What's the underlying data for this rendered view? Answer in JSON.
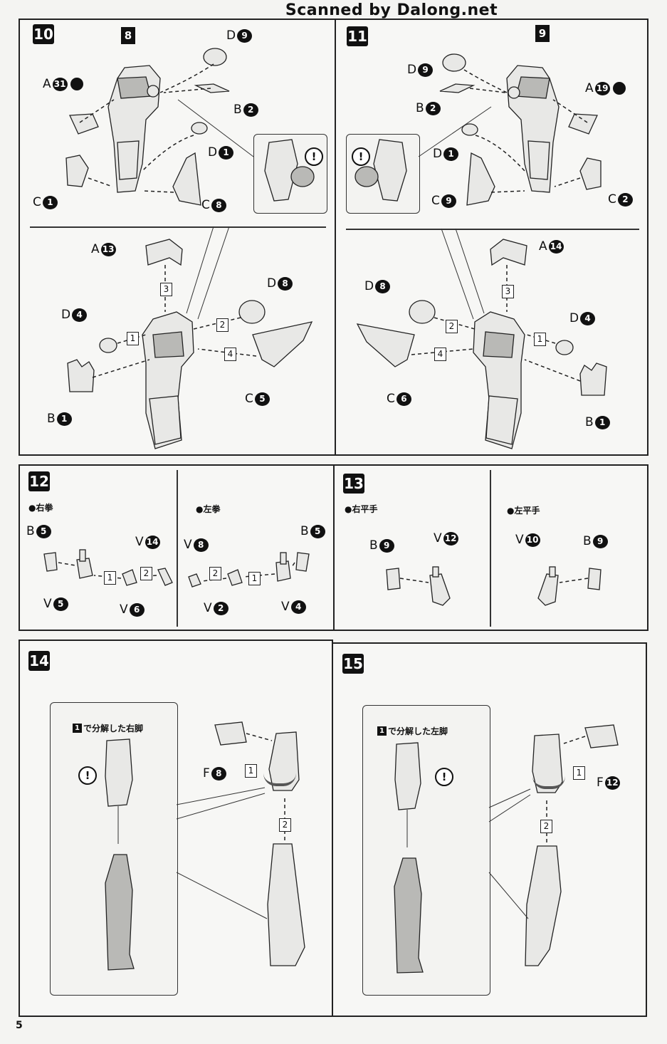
{
  "watermark": "Scanned by Dalong.net",
  "page_number": "5",
  "steps": {
    "s10": {
      "number": "10",
      "target": "8",
      "labels": {
        "d9": {
          "letter": "D",
          "num": "9"
        },
        "a31": {
          "letter": "A",
          "num": "31"
        },
        "b2": {
          "letter": "B",
          "num": "2"
        },
        "d1": {
          "letter": "D",
          "num": "1"
        },
        "c1": {
          "letter": "C",
          "num": "1"
        },
        "c8": {
          "letter": "C",
          "num": "8"
        },
        "a13": {
          "letter": "A",
          "num": "13"
        },
        "d8": {
          "letter": "D",
          "num": "8"
        },
        "d4": {
          "letter": "D",
          "num": "4"
        },
        "c5": {
          "letter": "C",
          "num": "5"
        },
        "b1": {
          "letter": "B",
          "num": "1"
        }
      }
    },
    "s11": {
      "number": "11",
      "target": "9",
      "labels": {
        "d9": {
          "letter": "D",
          "num": "9"
        },
        "a19": {
          "letter": "A",
          "num": "19"
        },
        "b2": {
          "letter": "B",
          "num": "2"
        },
        "d1": {
          "letter": "D",
          "num": "1"
        },
        "c9": {
          "letter": "C",
          "num": "9"
        },
        "c2": {
          "letter": "C",
          "num": "2"
        },
        "a14": {
          "letter": "A",
          "num": "14"
        },
        "d8": {
          "letter": "D",
          "num": "8"
        },
        "d4": {
          "letter": "D",
          "num": "4"
        },
        "c6": {
          "letter": "C",
          "num": "6"
        },
        "b1": {
          "letter": "B",
          "num": "1"
        }
      }
    },
    "s12": {
      "number": "12",
      "right_caption": "●右拳",
      "left_caption": "●左拳",
      "labels": {
        "b5a": {
          "letter": "B",
          "num": "5"
        },
        "v14": {
          "letter": "V",
          "num": "14"
        },
        "v5": {
          "letter": "V",
          "num": "5"
        },
        "v6": {
          "letter": "V",
          "num": "6"
        },
        "v8": {
          "letter": "V",
          "num": "8"
        },
        "b5b": {
          "letter": "B",
          "num": "5"
        },
        "v2": {
          "letter": "V",
          "num": "2"
        },
        "v4": {
          "letter": "V",
          "num": "4"
        }
      }
    },
    "s13": {
      "number": "13",
      "right_caption": "●右平手",
      "left_caption": "●左平手",
      "labels": {
        "b9a": {
          "letter": "B",
          "num": "9"
        },
        "v12": {
          "letter": "V",
          "num": "12"
        },
        "v10": {
          "letter": "V",
          "num": "10"
        },
        "b9b": {
          "letter": "B",
          "num": "9"
        }
      }
    },
    "s14": {
      "number": "14",
      "sub_caption_num": "1",
      "sub_caption": "で分解した右脚",
      "labels": {
        "f8": {
          "letter": "F",
          "num": "8"
        }
      }
    },
    "s15": {
      "number": "15",
      "sub_caption_num": "1",
      "sub_caption": "で分解した左脚",
      "labels": {
        "f12": {
          "letter": "F",
          "num": "12"
        }
      }
    }
  },
  "sequence": {
    "one": "1",
    "two": "2",
    "three": "3",
    "four": "4"
  },
  "excl_mark": "!"
}
